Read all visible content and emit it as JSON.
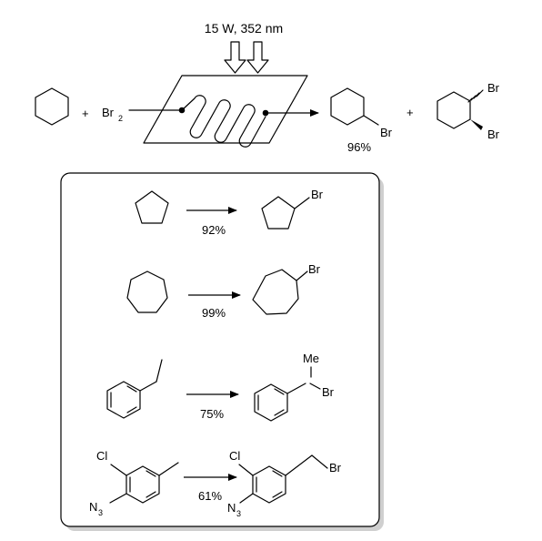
{
  "top_reaction": {
    "conditions": "15 W, 352 nm",
    "plus_1": "+",
    "reagent_main": "Br",
    "reagent_sub": "2",
    "product_1_label": "Br",
    "product_1_yield": "96%",
    "plus_2": "+",
    "product_2_label_a": "Br",
    "product_2_label_b": "Br"
  },
  "examples": [
    {
      "product_label": "Br",
      "yield": "92%"
    },
    {
      "product_label": "Br",
      "yield": "99%"
    },
    {
      "product_label_me": "Me",
      "product_label": "Br",
      "yield": "75%"
    },
    {
      "sm_cl": "Cl",
      "sm_n": "N",
      "sm_n_sub": "3",
      "product_cl": "Cl",
      "product_n": "N",
      "product_n_sub": "3",
      "product_label": "Br",
      "yield": "61%"
    }
  ]
}
